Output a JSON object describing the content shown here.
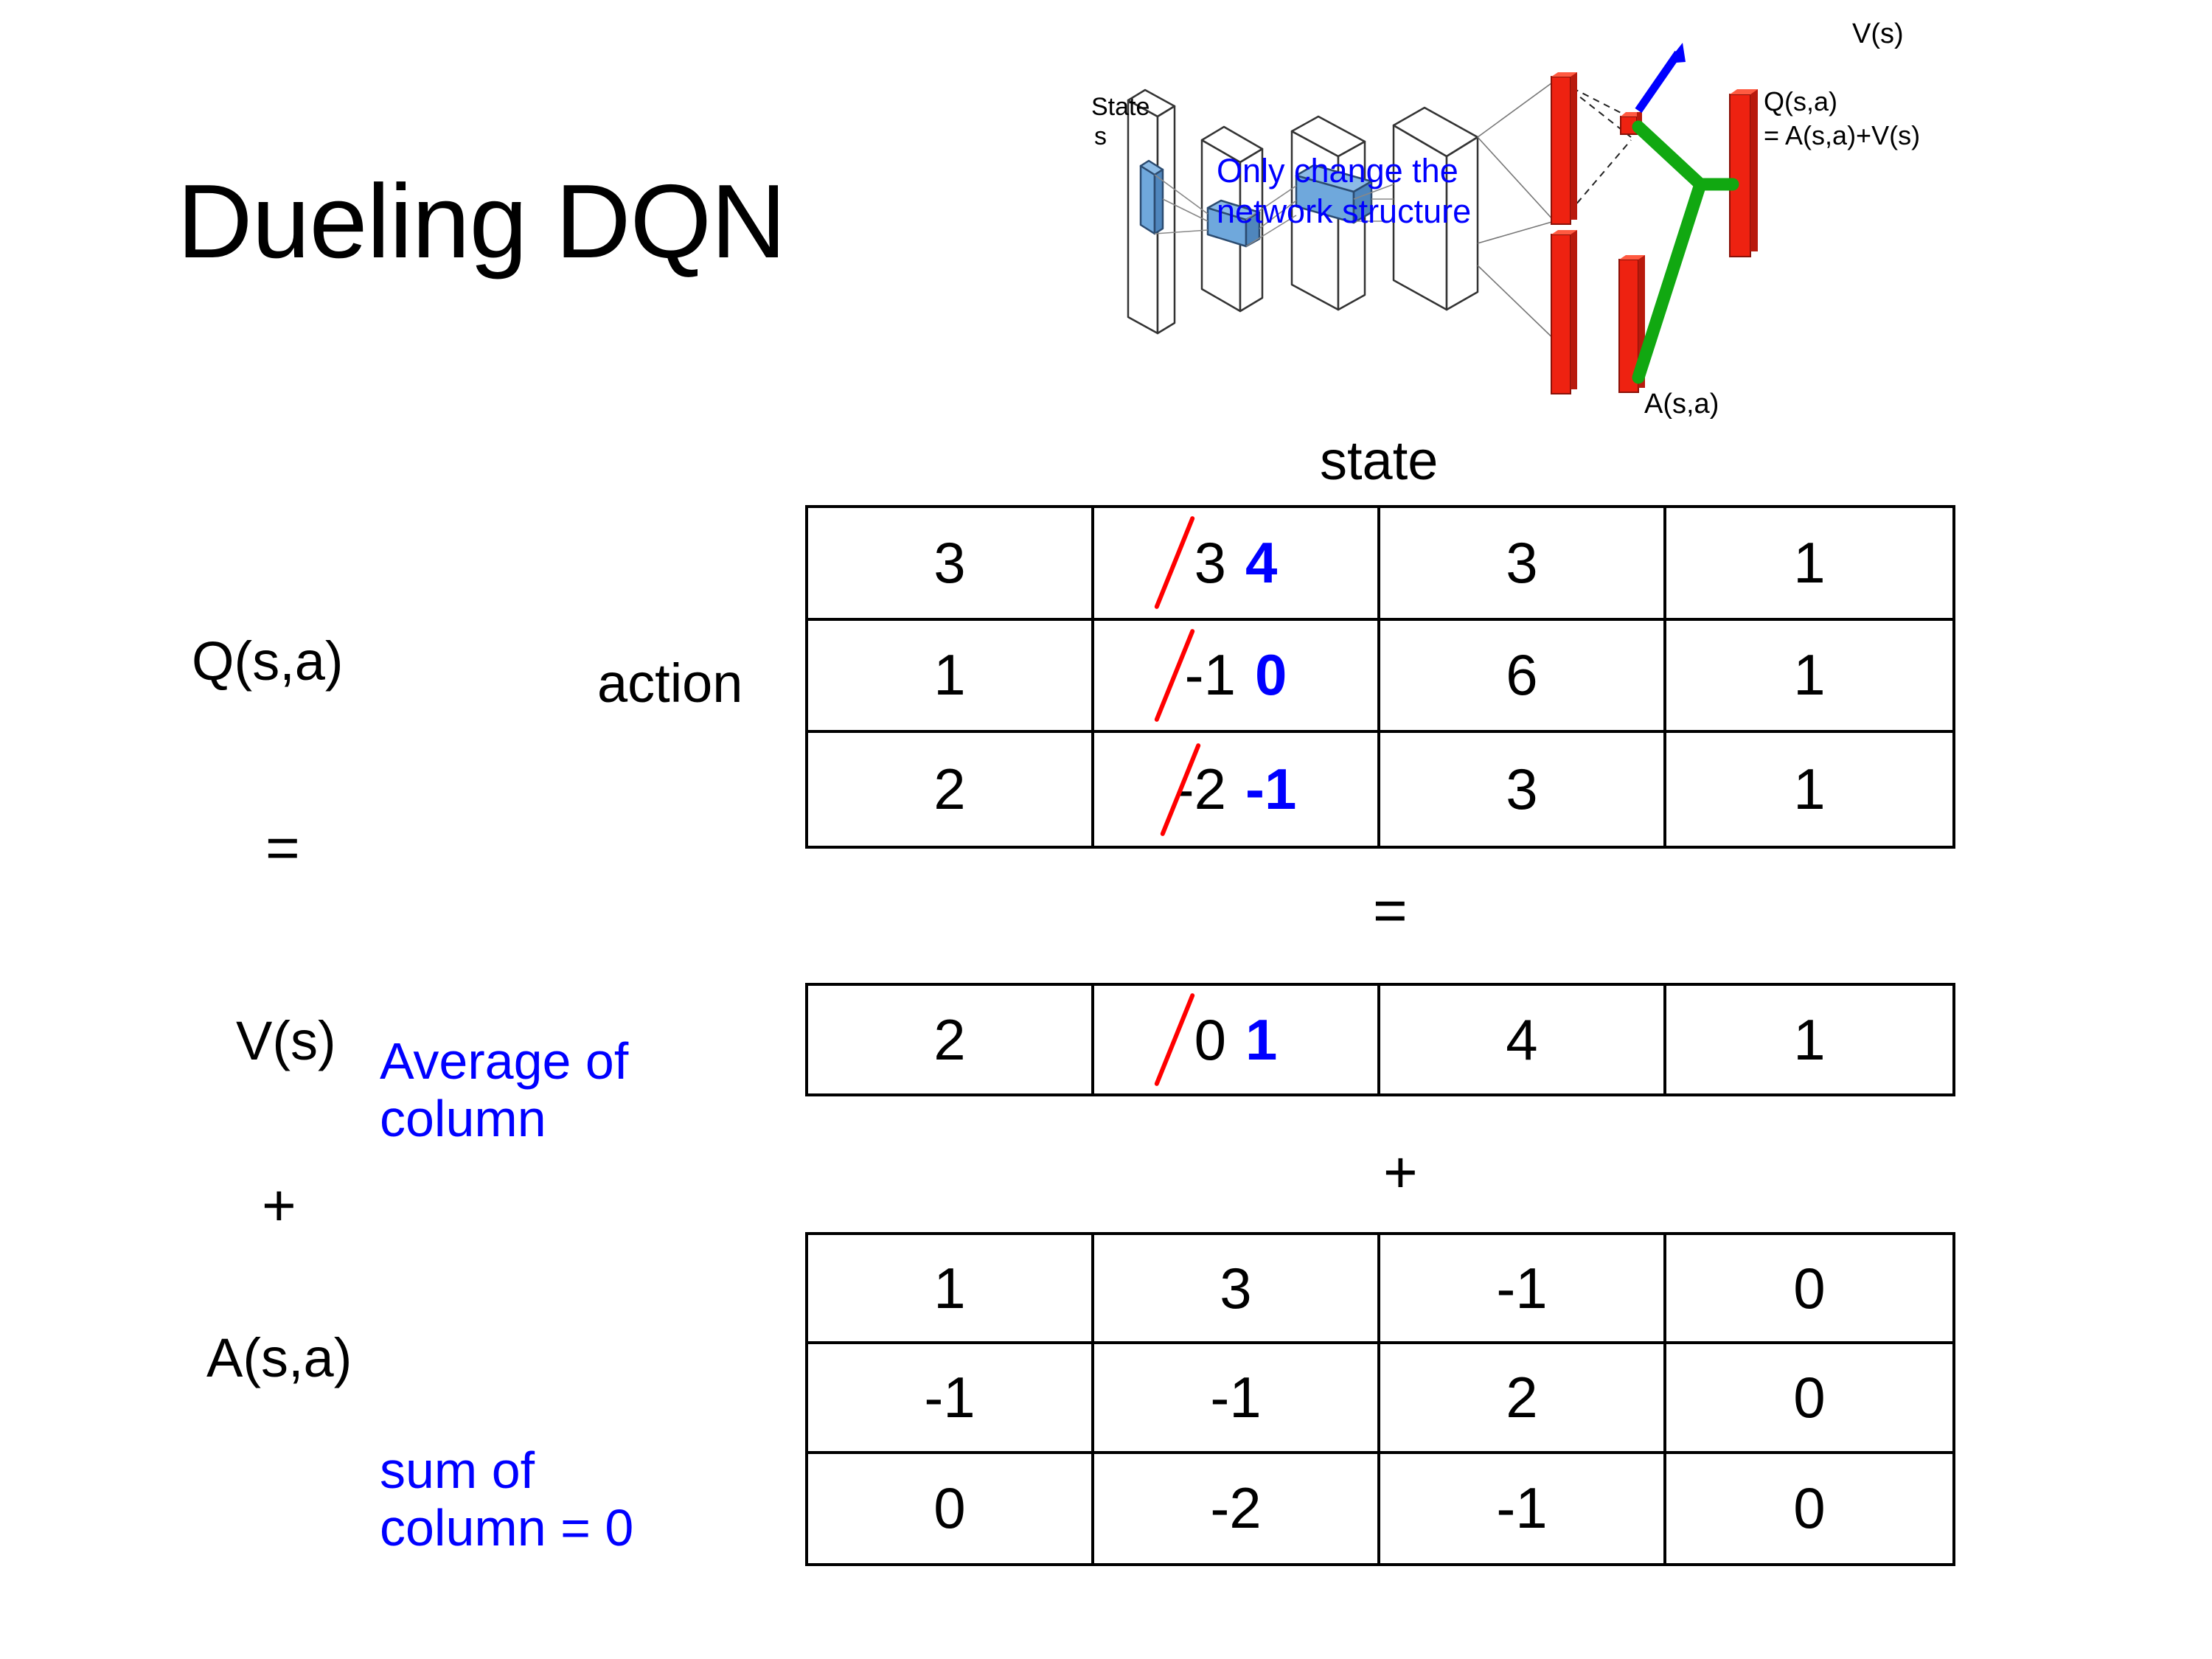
{
  "slide": {
    "title": "Dueling DQN"
  },
  "diagram": {
    "state_label": "State",
    "state_sub": "s",
    "note_line1": "Only change the",
    "note_line2": "network structure",
    "v_label": "V(s)",
    "a_label": "A(s,a)",
    "q_label_line1": "Q(s,a)",
    "q_label_line2": "= A(s,a)+V(s)",
    "colors": {
      "note": "#0000ff",
      "arrow": "#0000ff",
      "bar": "#ee2211",
      "merge": "#11a811",
      "slab": "#6fa8dc"
    }
  },
  "labels": {
    "state": "state",
    "action": "action",
    "q": "Q(s,a)",
    "v": "V(s)",
    "a": "A(s,a)",
    "equals_left": "=",
    "plus_left": "+",
    "equals_mid": "=",
    "plus_mid": "+",
    "avg_line1": "Average of",
    "avg_line2": "column",
    "sum_line1": "sum of",
    "sum_line2": "column = 0",
    "annotation_color": "#0000ff",
    "edit_color": "#0000ff",
    "strike_color": "#ff0000"
  },
  "chart_data": {
    "type": "table",
    "title": "Dueling DQN  Q(s,a) = V(s) + A(s,a)",
    "tables": [
      {
        "name": "Q(s,a)",
        "row_axis": "action",
        "col_axis": "state",
        "rows": [
          [
            {
              "value": "3"
            },
            {
              "value": "3",
              "struck": true,
              "replacement": "4"
            },
            {
              "value": "3"
            },
            {
              "value": "1"
            }
          ],
          [
            {
              "value": "1"
            },
            {
              "value": "-1",
              "struck": true,
              "replacement": "0"
            },
            {
              "value": "6"
            },
            {
              "value": "1"
            }
          ],
          [
            {
              "value": "2"
            },
            {
              "value": "-2",
              "struck": true,
              "replacement": "-1"
            },
            {
              "value": "3"
            },
            {
              "value": "1"
            }
          ]
        ]
      },
      {
        "name": "V(s)",
        "note": "Average of column",
        "rows": [
          [
            {
              "value": "2"
            },
            {
              "value": "0",
              "struck": true,
              "replacement": "1"
            },
            {
              "value": "4"
            },
            {
              "value": "1"
            }
          ]
        ]
      },
      {
        "name": "A(s,a)",
        "note": "sum of column = 0",
        "rows": [
          [
            {
              "value": "1"
            },
            {
              "value": "3"
            },
            {
              "value": "-1"
            },
            {
              "value": "0"
            }
          ],
          [
            {
              "value": "-1"
            },
            {
              "value": "-1"
            },
            {
              "value": "2"
            },
            {
              "value": "0"
            }
          ],
          [
            {
              "value": "0"
            },
            {
              "value": "-2"
            },
            {
              "value": "-1"
            },
            {
              "value": "0"
            }
          ]
        ]
      }
    ]
  }
}
